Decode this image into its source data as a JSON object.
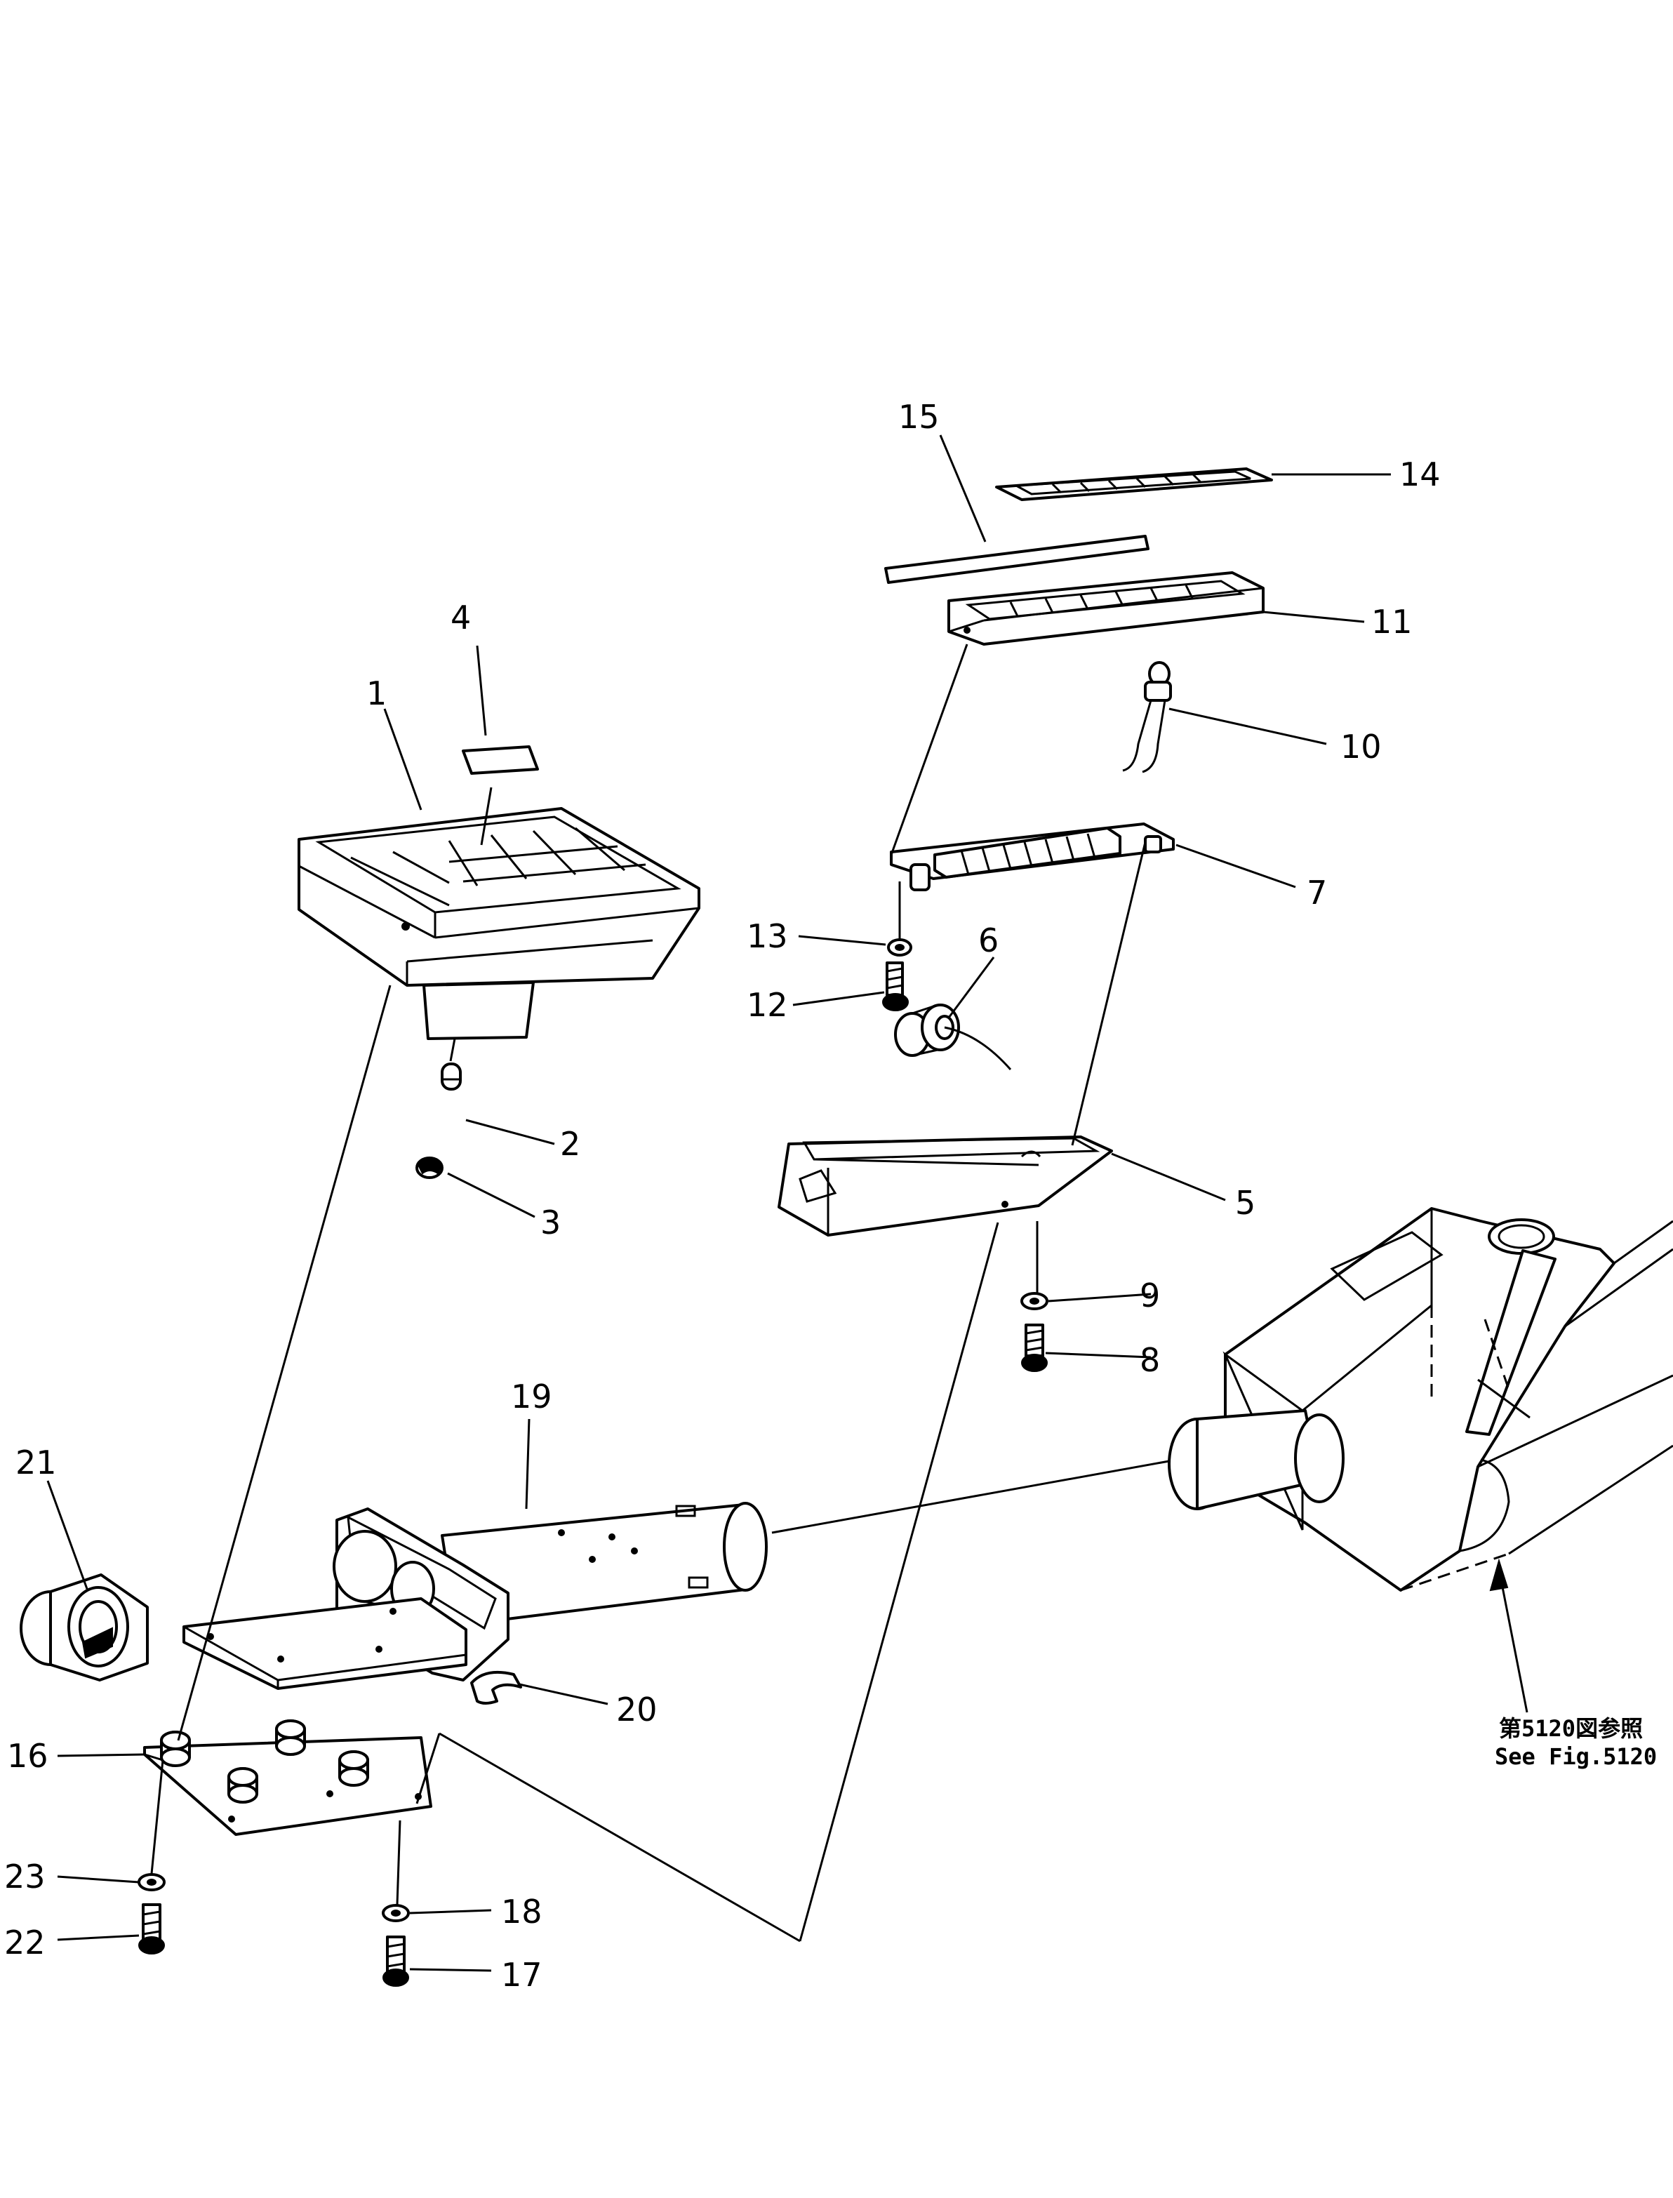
{
  "diagram": {
    "callouts": {
      "c1": "1",
      "c2": "2",
      "c3": "3",
      "c4": "4",
      "c5": "5",
      "c6": "6",
      "c7": "7",
      "c8": "8",
      "c9": "9",
      "c10": "10",
      "c11": "11",
      "c12": "12",
      "c13": "13",
      "c14": "14",
      "c15": "15",
      "c16": "16",
      "c17": "17",
      "c18": "18",
      "c19": "19",
      "c20": "20",
      "c21": "21",
      "c22": "22",
      "c23": "23"
    },
    "reference": {
      "line1": "第5120図参照",
      "line2": "See Fig.5120"
    }
  }
}
